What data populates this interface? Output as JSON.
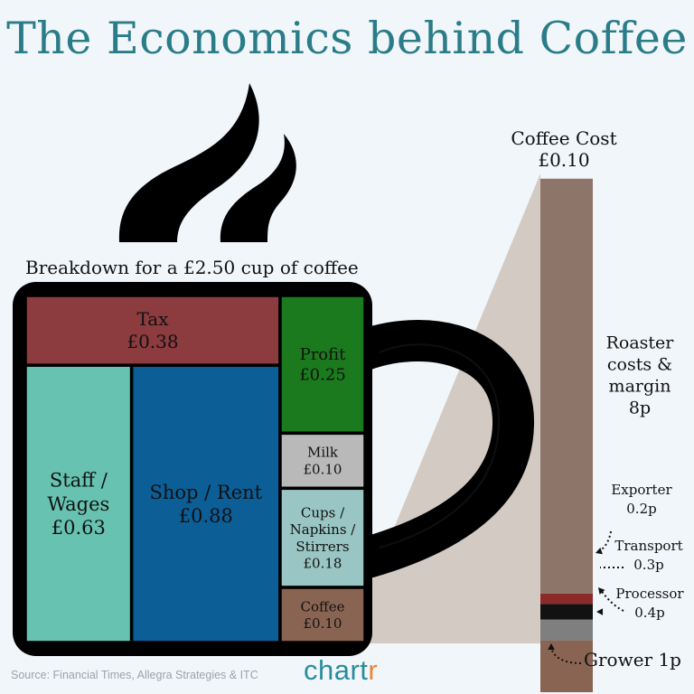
{
  "title": "The Economics behind Coffee",
  "subtitle": "Breakdown for a £2.50 cup of coffee",
  "source": "Source: Financial Times, Allegra Strategies & ITC",
  "logo": {
    "main": "chart",
    "accent": "r"
  },
  "chart_data": [
    {
      "type": "treemap",
      "title": "Breakdown for a £2.50 cup of coffee",
      "total": 2.5,
      "unit": "£",
      "items": [
        {
          "name": "Tax",
          "value": 0.38,
          "label": [
            "Tax",
            "£0.38"
          ],
          "color": "#8c3b3f",
          "text_color": "#111111"
        },
        {
          "name": "Staff / Wages",
          "value": 0.63,
          "label": [
            "Staff /",
            "Wages",
            "£0.63"
          ],
          "color": "#67c2b1",
          "text_color": "#111111"
        },
        {
          "name": "Shop / Rent",
          "value": 0.88,
          "label": [
            "Shop / Rent",
            "£0.88"
          ],
          "color": "#0c5e97",
          "text_color": "#111111"
        },
        {
          "name": "Profit",
          "value": 0.25,
          "label": [
            "Profit",
            "£0.25"
          ],
          "color": "#1b7a1e",
          "text_color": "#111111"
        },
        {
          "name": "Milk",
          "value": 0.1,
          "label": [
            "Milk",
            "£0.10"
          ],
          "color": "#b9b9b9",
          "text_color": "#111111"
        },
        {
          "name": "Cups / Napkins / Stirrers",
          "value": 0.18,
          "label": [
            "Cups /",
            "Napkins /",
            "Stirrers",
            "£0.18"
          ],
          "color": "#99c6c4",
          "text_color": "#111111"
        },
        {
          "name": "Coffee",
          "value": 0.1,
          "label": [
            "Coffee",
            "£0.10"
          ],
          "color": "#8a6453",
          "text_color": "#111111"
        }
      ]
    },
    {
      "type": "stacked-bar",
      "title": [
        "Coffee Cost",
        "£0.10"
      ],
      "total_pence": 10,
      "unit": "p",
      "segments": [
        {
          "name": "Grower",
          "value": 1,
          "label": "Grower 1p",
          "color": "#8a6453"
        },
        {
          "name": "Processor",
          "value": 0.4,
          "label": [
            "Processor",
            "0.4p"
          ],
          "color": "#7f7f7f"
        },
        {
          "name": "Transport",
          "value": 0.3,
          "label": [
            "Transport",
            "0.3p"
          ],
          "color": "#121212"
        },
        {
          "name": "Exporter",
          "value": 0.2,
          "label": [
            "Exporter",
            "0.2p"
          ],
          "color": "#8c2a2a"
        },
        {
          "name": "Roaster costs & margin",
          "value": 8,
          "label": [
            "Roaster",
            "costs &",
            "margin",
            "8p"
          ],
          "color": "#8e7569"
        }
      ]
    }
  ]
}
